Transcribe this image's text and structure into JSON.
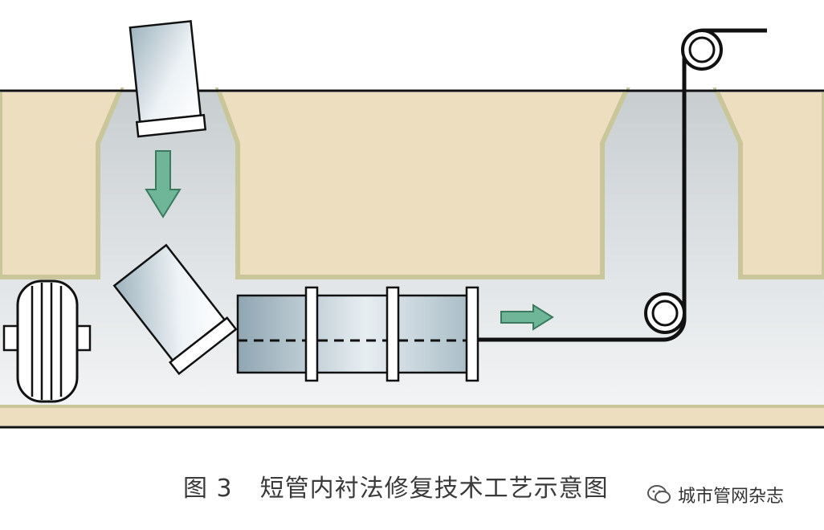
{
  "caption": {
    "figure_number": "图 3",
    "title": "短管内衬法修复技术工艺示意图"
  },
  "watermark": {
    "text": "城市管网杂志",
    "icon": "wechat-icon"
  },
  "colors": {
    "soil": "#eddec0",
    "soil_edge": "#c9c79a",
    "pipe_interior_top": "#ccd0d2",
    "pipe_interior_bottom": "#f3f5f6",
    "liner_pipe_dark": "#8fa6b2",
    "liner_pipe_light": "#eef4f7",
    "arrow_green": "#6fb699",
    "line": "#111111"
  }
}
